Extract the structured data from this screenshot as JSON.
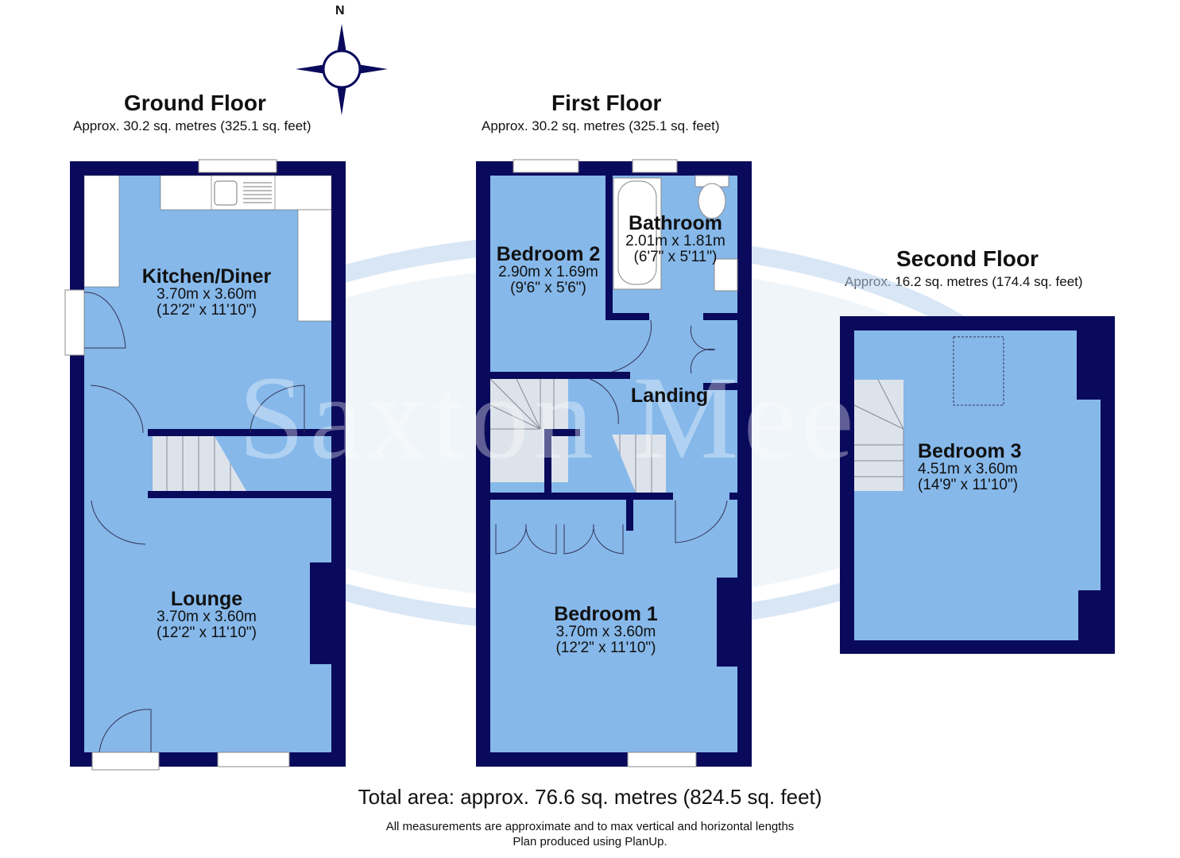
{
  "compass": {
    "label": "N",
    "icon": "compass-rose-icon"
  },
  "watermark": {
    "text": "Saxton Mee"
  },
  "floors": [
    {
      "id": "ground",
      "title": "Ground Floor",
      "area": "Approx. 30.2 sq. metres (325.1 sq. feet)",
      "rooms": [
        {
          "name": "Kitchen/Diner",
          "metric": "3.70m x 3.60m",
          "imperial": "(12'2\" x 11'10\")"
        },
        {
          "name": "Lounge",
          "metric": "3.70m x 3.60m",
          "imperial": "(12'2\" x 11'10\")"
        }
      ]
    },
    {
      "id": "first",
      "title": "First Floor",
      "area": "Approx. 30.2 sq. metres (325.1 sq. feet)",
      "rooms": [
        {
          "name": "Bedroom 2",
          "metric": "2.90m x 1.69m",
          "imperial": "(9'6\" x 5'6\")"
        },
        {
          "name": "Bathroom",
          "metric": "2.01m x 1.81m",
          "imperial": "(6'7\" x 5'11\")"
        },
        {
          "name": "Landing"
        },
        {
          "name": "Bedroom 1",
          "metric": "3.70m x 3.60m",
          "imperial": "(12'2\" x 11'10\")"
        }
      ]
    },
    {
      "id": "second",
      "title": "Second Floor",
      "area": "Approx. 16.2 sq. metres (174.4 sq. feet)",
      "rooms": [
        {
          "name": "Bedroom 3",
          "metric": "4.51m x 3.60m",
          "imperial": "(14'9\" x 11'10\")"
        }
      ]
    }
  ],
  "footer": {
    "total": "Total area: approx. 76.6 sq. metres (824.5 sq. feet)",
    "note1": "All measurements are approximate and to max vertical and horizontal lengths",
    "note2": "Plan produced using PlanUp."
  },
  "colors": {
    "wall": "#0a0a5c",
    "room": "#86b8ea",
    "room_dark": "#6fa5dc",
    "fixture": "#ffffff",
    "stairs": "#dde3ea"
  }
}
